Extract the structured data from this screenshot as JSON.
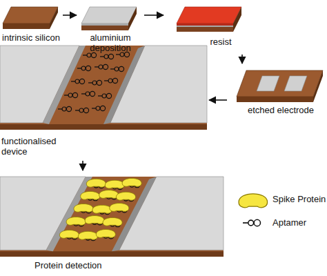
{
  "diagram": {
    "nodes": [
      {
        "text": [
          "intrinsic silicon"
        ]
      },
      {
        "text": [
          "aluminium deposition"
        ]
      },
      {
        "text": [
          "resist"
        ]
      },
      {
        "text": [
          "etched electrode"
        ]
      },
      {
        "text": [
          "functionalised device"
        ]
      },
      {
        "text": [
          "Protein detection"
        ]
      }
    ],
    "edges": [
      {
        "from": 0,
        "to": 1,
        "arrow": "to"
      },
      {
        "from": 1,
        "to": 2,
        "arrow": "to"
      },
      {
        "from": 2,
        "to": 3,
        "arrow": "to"
      },
      {
        "from": 3,
        "to": 4,
        "arrow": "to"
      },
      {
        "from": 4,
        "to": 5,
        "arrow": "to"
      }
    ],
    "legend": [
      {
        "text": "Spike Protein"
      },
      {
        "text": "Aptamer"
      }
    ]
  }
}
